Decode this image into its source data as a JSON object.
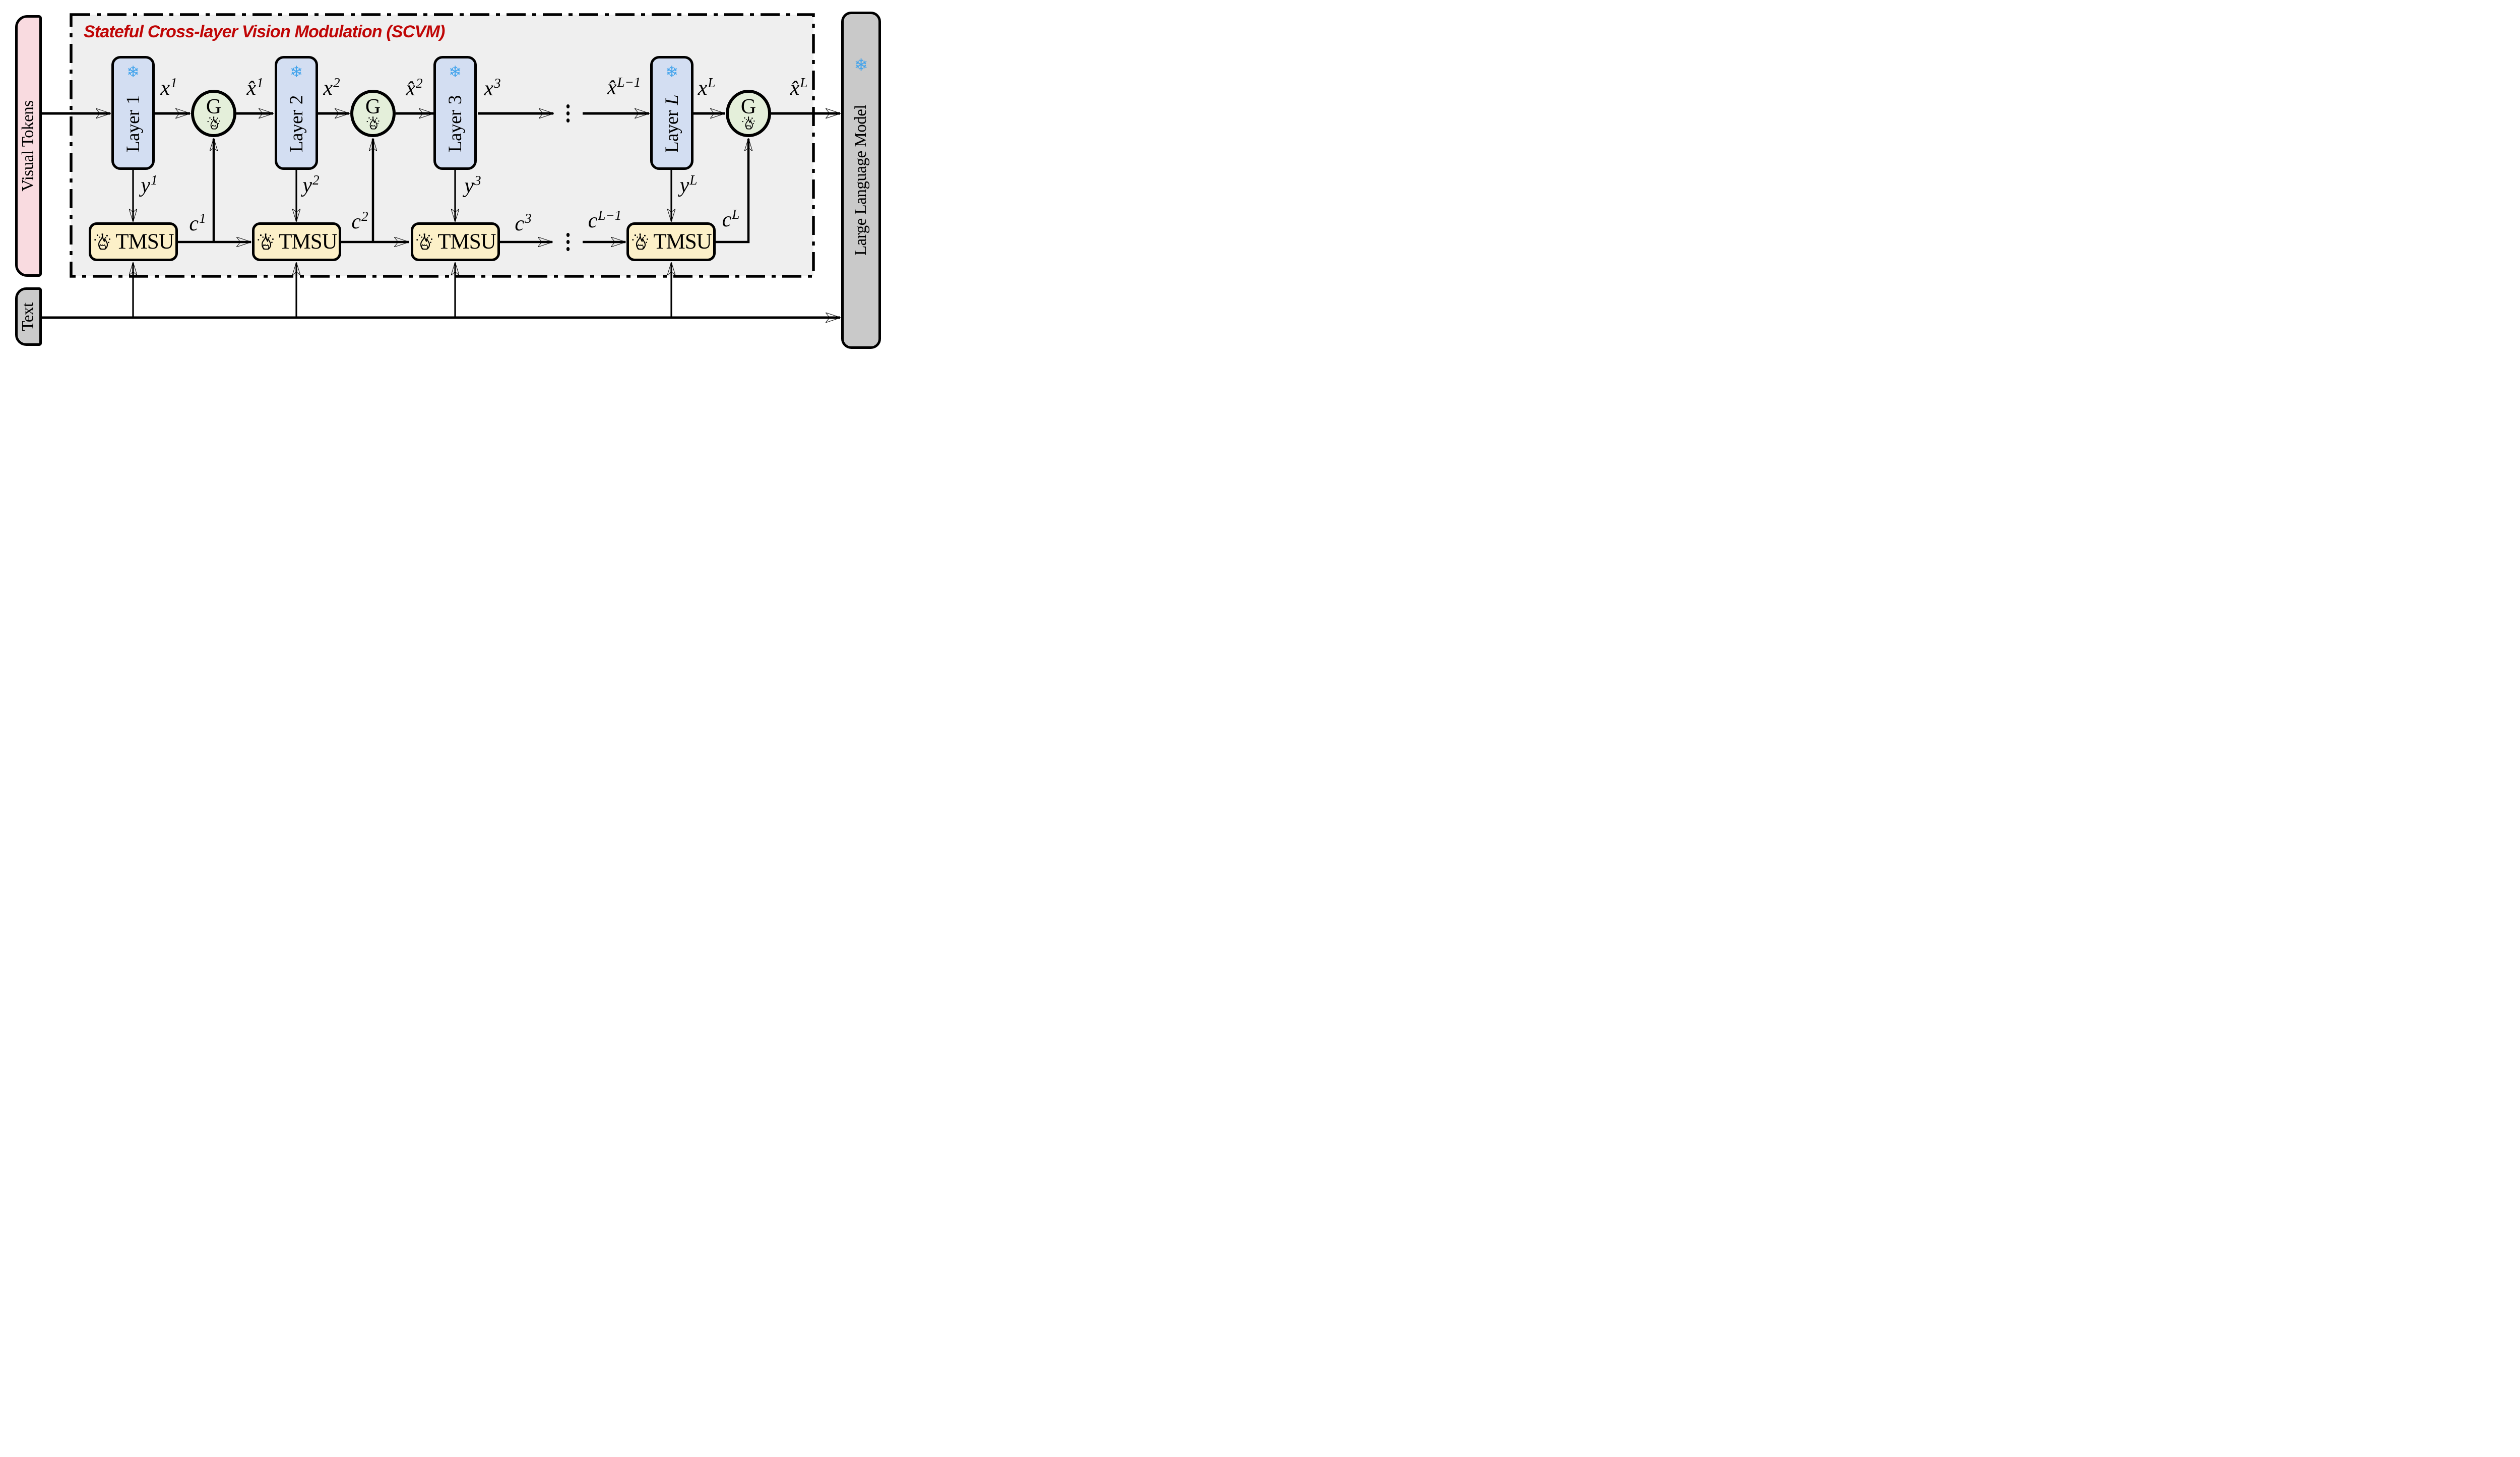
{
  "title": "Stateful Cross-layer Vision Modulation (SCVM)",
  "blocks": {
    "visual_tokens": "Visual Tokens",
    "text_input": "Text",
    "llm": "Large Language Model",
    "gate_label": "G",
    "tmsu_label": "TMSU",
    "layers": [
      {
        "prefix": "Layer",
        "num": "1"
      },
      {
        "prefix": "Layer",
        "num": "2"
      },
      {
        "prefix": "Layer",
        "num": "3"
      },
      {
        "prefix": "Layer",
        "num": "L"
      }
    ]
  },
  "math": {
    "x1": {
      "b": "x",
      "s": "1"
    },
    "xh1": {
      "b": "x̂",
      "s": "1"
    },
    "x2": {
      "b": "x",
      "s": "2"
    },
    "xh2": {
      "b": "x̂",
      "s": "2"
    },
    "x3": {
      "b": "x",
      "s": "3"
    },
    "xhL1": {
      "b": "x̂",
      "s": "L−1"
    },
    "xL": {
      "b": "x",
      "s": "L"
    },
    "xhL": {
      "b": "x̂",
      "s": "L"
    },
    "y1": {
      "b": "y",
      "s": "1"
    },
    "y2": {
      "b": "y",
      "s": "2"
    },
    "y3": {
      "b": "y",
      "s": "3"
    },
    "yL": {
      "b": "y",
      "s": "L"
    },
    "c1": {
      "b": "c",
      "s": "1"
    },
    "c2": {
      "b": "c",
      "s": "2"
    },
    "c3": {
      "b": "c",
      "s": "3"
    },
    "cL1": {
      "b": "c",
      "s": "L−1"
    },
    "cL": {
      "b": "c",
      "s": "L"
    }
  },
  "icons": {
    "frozen": "❄",
    "trainable": "pixel-flame"
  },
  "colors": {
    "title_red": "#c00606",
    "panel_gray": "#efefef",
    "layer_blue": "#d3def2",
    "gate_green": "#e4efda",
    "tmsu_cream": "#fcf0c8",
    "visual_tokens_pink": "#f9dbe0",
    "io_gray": "#c9c9c9",
    "snowflake_blue": "#41a3ec",
    "line_black": "#000000"
  }
}
